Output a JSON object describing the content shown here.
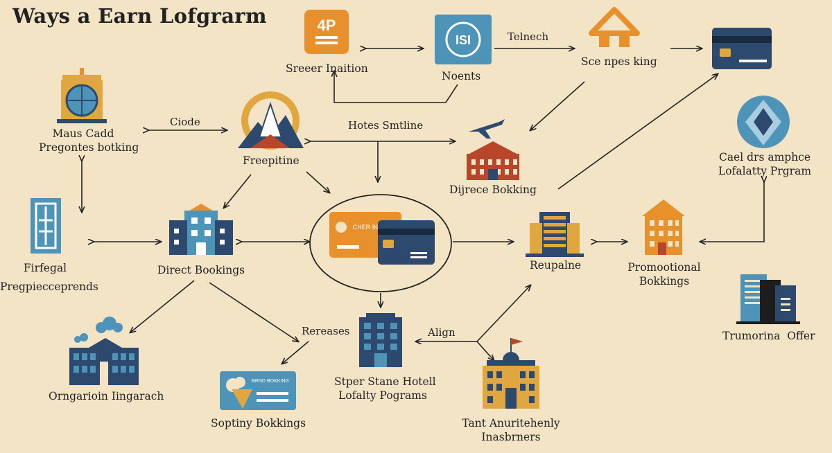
{
  "title": "Ways a Earn Lofgrarm",
  "colors": {
    "background": "#f3e4c6",
    "orange": "#e8912c",
    "navy": "#2d4a6e",
    "teal": "#4e93b8",
    "red": "#b8462a",
    "gold": "#e0a640",
    "arrow": "#222222"
  },
  "nodes": {
    "n4p": {
      "label": "Sreeer Inaition",
      "badge": "4P",
      "icon": "orange-badge-icon"
    },
    "nnoents": {
      "label": "Noents",
      "badge": "ISI",
      "icon": "globe-tile-icon"
    },
    "nscene": {
      "label": "Sce npes king",
      "icon": "house-icon"
    },
    "ncardtop": {
      "label": "",
      "icon": "credit-card-icon"
    },
    "nmaus": {
      "line1": "Maus Cadd",
      "line2": "Pregontes botking",
      "icon": "globe-frame-icon"
    },
    "nfreep": {
      "label": "Freepitine",
      "icon": "mountain-sun-icon"
    },
    "ndiject": {
      "label": "Dijrece Bokking",
      "icon": "plane-hotel-icon"
    },
    "ncael": {
      "line1": "Cael drs amphce",
      "line2": "Lofalatty Prgram",
      "icon": "diamond-crest-icon"
    },
    "nfirf": {
      "line1": "Firfegal",
      "line2": "Pregpiecceprends",
      "icon": "banner-icon"
    },
    "ndirect": {
      "label": "Direct Bookings",
      "icon": "building-icon"
    },
    "ncenter": {
      "card_text": "CHER IK",
      "icon": "cards-icon"
    },
    "nreup": {
      "label": "Reupalne",
      "icon": "office-tower-icon"
    },
    "npromo": {
      "line1": "Promootional",
      "line2": "Bokkings",
      "icon": "orange-hotel-icon"
    },
    "ntrum": {
      "label": "Trumorina  Offer",
      "icon": "skyscraper-icon"
    },
    "norg": {
      "label": "Orngarioin Iingarach",
      "icon": "cloud-building-icon"
    },
    "nsopt": {
      "label": "Soptiny Bokkings",
      "card_text": "BRND BOKKING",
      "icon": "card-drink-icon"
    },
    "nstper": {
      "line1": "Stper Stane Hotell",
      "line2": "Lofalty Pograms",
      "icon": "hotel-tower-icon"
    },
    "ntant": {
      "line1": "Tant Anuritehenly",
      "line2": "Inasbrners",
      "icon": "palace-icon"
    }
  },
  "edges": {
    "telnech": "Telnech",
    "ciode": "Ciode",
    "hotes": "Hotes Smtline",
    "rereases": "Rereases",
    "align": "Align"
  }
}
